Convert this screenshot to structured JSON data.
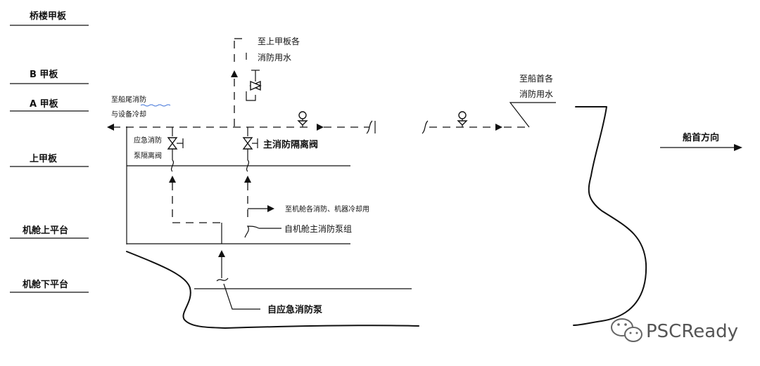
{
  "decks": {
    "bridge": "桥楼甲板",
    "b_deck": "B 甲板",
    "a_deck": "A 甲板",
    "upper_deck": "上甲板",
    "er_upper": "机舱上平台",
    "er_lower": "机舱下平台"
  },
  "labels": {
    "to_upper_deck_line1": "至上甲板各",
    "to_upper_deck_line2": "消防用水",
    "to_stern_line1": "至船尾消防",
    "to_stern_line2": "与设备冷却",
    "emergency_valve_line1": "应急消防",
    "emergency_valve_line2": "泵隔离阀",
    "main_isolation_valve": "主消防隔离阀",
    "to_er": "至机舱各消防、机器冷却用",
    "from_main_pumps": "自机舱主消防泵组",
    "from_emergency_pump": "自应急消防泵",
    "to_bow_line1": "至船首各",
    "to_bow_line2": "消防用水",
    "bow_direction": "船首方向"
  },
  "watermark": {
    "text": "PSCReady",
    "icon": "wechat-icon"
  }
}
